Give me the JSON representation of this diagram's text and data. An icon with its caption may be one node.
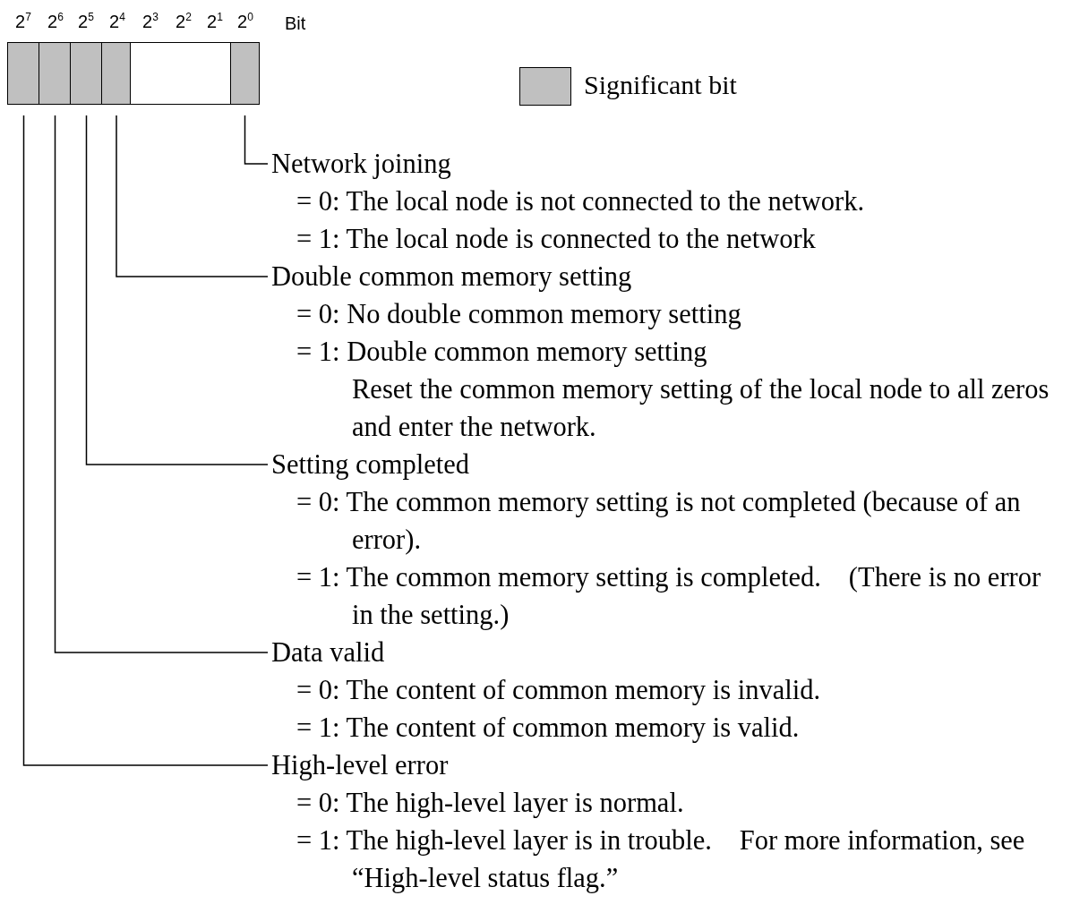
{
  "diagram": {
    "nodes": [
      {
        "text": [],
        "shape": "box"
      },
      {
        "text": [],
        "shape": "box"
      },
      {
        "text": [],
        "shape": "box"
      },
      {
        "text": [],
        "shape": "box"
      },
      {
        "text": [],
        "shape": "box"
      },
      {
        "text": [],
        "shape": "box"
      },
      {
        "text": [
          "Network joining",
          "= 0: The local node is not connected to the network.",
          "= 1: The local node is connected to the network"
        ]
      },
      {
        "text": [
          "Double common memory setting",
          "= 0: No double common memory setting",
          "= 1: Double common memory setting",
          "Reset the common memory setting of the local node to all zeros and enter the network."
        ]
      },
      {
        "text": [
          "Setting completed",
          "= 0: The common memory setting is not completed (because of an error).",
          "= 1: The common memory setting is completed.　(There is no error in the setting.)"
        ]
      },
      {
        "text": [
          "Data valid",
          "= 0: The content of common memory is invalid.",
          "= 1: The content of common memory is valid."
        ]
      },
      {
        "text": [
          "High-level error",
          "= 0: The high-level layer is normal.",
          "= 1: The high-level layer is in trouble.　For more information, see “High-level status flag.”"
        ]
      }
    ],
    "edges": [
      {
        "from": 5,
        "to": 6,
        "arrow": "none"
      },
      {
        "from": 3,
        "to": 7,
        "arrow": "none"
      },
      {
        "from": 2,
        "to": 8,
        "arrow": "none"
      },
      {
        "from": 1,
        "to": 9,
        "arrow": "none"
      },
      {
        "from": 0,
        "to": 10,
        "arrow": "none"
      }
    ],
    "labels": [
      "2$^{7}$",
      "2$^{6}$",
      "2$^{5}$",
      "2$^{4}$",
      "2$^{3}$",
      "2$^{2}$",
      "2$^{1}$",
      "2$^{0}$",
      "Bit"
    ],
    "legend": [
      {
        "text": "Significant bit",
        "color": "#c0c0c0"
      }
    ]
  }
}
